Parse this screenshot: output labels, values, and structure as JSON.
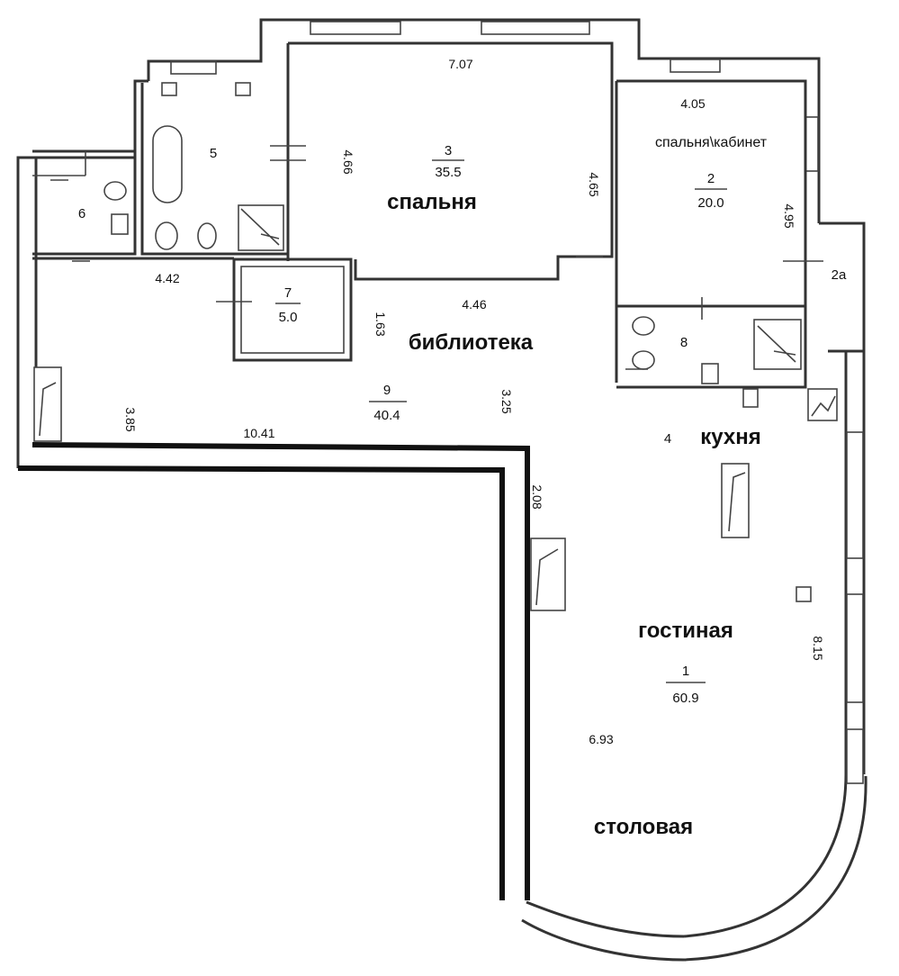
{
  "rooms": {
    "r1": {
      "num": "1",
      "area": "60.9",
      "name_living": "гостиная",
      "name_dining": "столовая",
      "kitchen_num": "4",
      "kitchen_name": "кухня"
    },
    "r2": {
      "num": "2",
      "area": "20.0",
      "name": "спальня\\кабинет"
    },
    "r2a": {
      "num": "2а"
    },
    "r3": {
      "num": "3",
      "area": "35.5",
      "name": "спальня"
    },
    "r5": {
      "num": "5"
    },
    "r6": {
      "num": "6"
    },
    "r7": {
      "num": "7",
      "area": "5.0"
    },
    "r8": {
      "num": "8"
    },
    "r9": {
      "num": "9",
      "area": "40.4",
      "name": "библиотека"
    }
  },
  "dimensions": {
    "d707": "7.07",
    "d405": "4.05",
    "d466": "4.66",
    "d465": "4.65",
    "d495": "4.95",
    "d442": "4.42",
    "d446": "4.46",
    "d163": "1.63",
    "d385": "3.85",
    "d1041": "10.41",
    "d325": "3.25",
    "d208": "2.08",
    "d815": "8.15",
    "d693": "6.93"
  }
}
